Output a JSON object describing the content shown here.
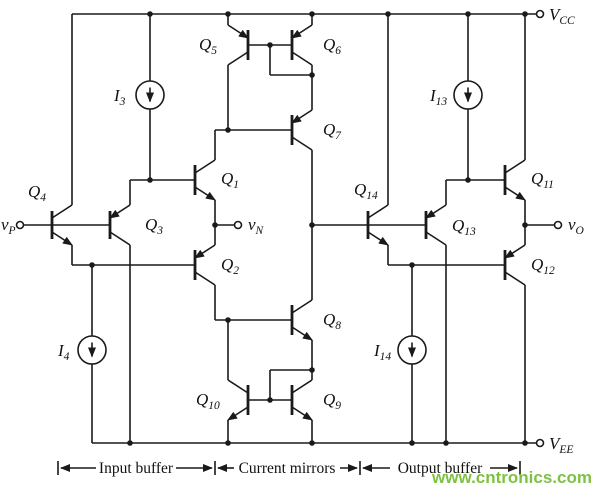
{
  "diagram": {
    "line_color": "#1a1a1a",
    "watermark": {
      "text": "www.cntronics.com",
      "color": "#7ec143"
    },
    "supplies": {
      "vcc": {
        "m": "V",
        "s": "CC"
      },
      "vee": {
        "m": "V",
        "s": "EE"
      }
    },
    "terminals": {
      "vp": {
        "m": "v",
        "s": "P"
      },
      "vn": {
        "m": "v",
        "s": "N"
      },
      "vo": {
        "m": "v",
        "s": "O"
      }
    },
    "transistors": {
      "q1": {
        "m": "Q",
        "s": "1"
      },
      "q2": {
        "m": "Q",
        "s": "2"
      },
      "q3": {
        "m": "Q",
        "s": "3"
      },
      "q4": {
        "m": "Q",
        "s": "4"
      },
      "q5": {
        "m": "Q",
        "s": "5"
      },
      "q6": {
        "m": "Q",
        "s": "6"
      },
      "q7": {
        "m": "Q",
        "s": "7"
      },
      "q8": {
        "m": "Q",
        "s": "8"
      },
      "q9": {
        "m": "Q",
        "s": "9"
      },
      "q10": {
        "m": "Q",
        "s": "10"
      },
      "q11": {
        "m": "Q",
        "s": "11"
      },
      "q12": {
        "m": "Q",
        "s": "12"
      },
      "q13": {
        "m": "Q",
        "s": "13"
      },
      "q14": {
        "m": "Q",
        "s": "14"
      }
    },
    "current_sources": {
      "i3": {
        "m": "I",
        "s": "3"
      },
      "i4": {
        "m": "I",
        "s": "4"
      },
      "i13": {
        "m": "I",
        "s": "13"
      },
      "i14": {
        "m": "I",
        "s": "14"
      }
    },
    "sections": {
      "input_buffer": "Input buffer",
      "current_mirrors": "Current mirrors",
      "output_buffer": "Output buffer"
    }
  }
}
